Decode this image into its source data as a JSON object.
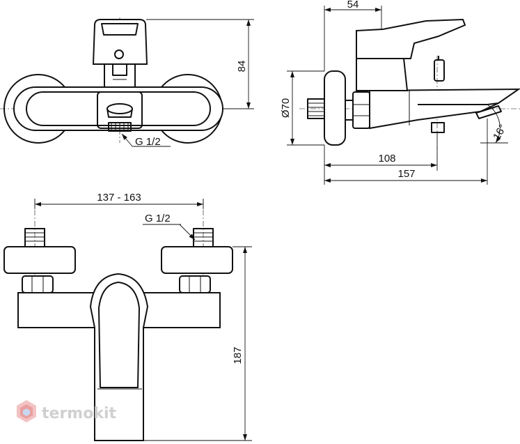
{
  "dimensions": {
    "top_height": "84",
    "front_thread": "G 1/2",
    "side_diameter": "Ø70",
    "side_projection": "54",
    "side_spout_angle": "16°",
    "side_inlet_offset": "108",
    "side_total_length": "157",
    "bottom_centers": "137 - 163",
    "bottom_thread": "G 1/2",
    "bottom_height": "187"
  },
  "watermark": {
    "text": "termokit"
  }
}
